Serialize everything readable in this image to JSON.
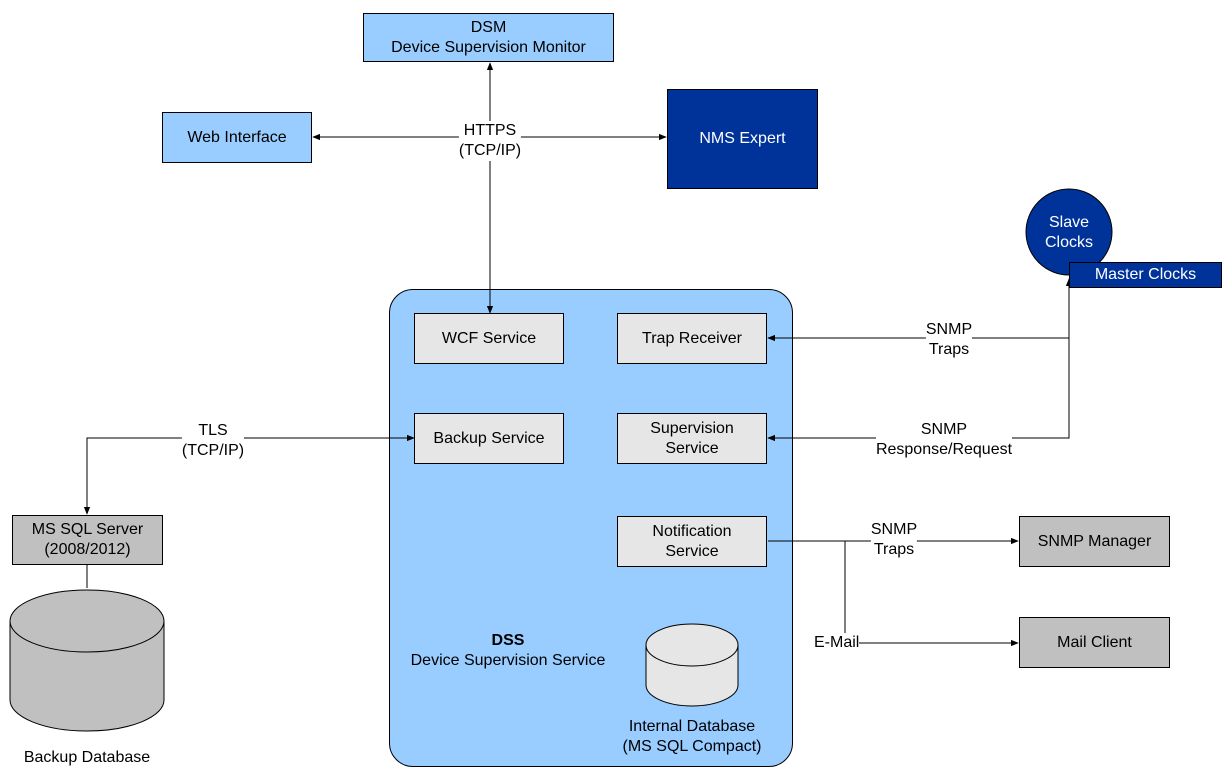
{
  "dsm": {
    "title": "DSM",
    "subtitle": "Device Supervision Monitor"
  },
  "web_interface": {
    "label": "Web Interface"
  },
  "nms_expert": {
    "label": "NMS Expert"
  },
  "https_link": {
    "line1": "HTTPS",
    "line2": "(TCP/IP)"
  },
  "slave_clocks": {
    "line1": "Slave",
    "line2": "Clocks"
  },
  "master_clocks": {
    "label": "Master Clocks"
  },
  "dss": {
    "title": "DSS",
    "subtitle": "Device Supervision Service",
    "wcf_service": "WCF Service",
    "trap_receiver": "Trap Receiver",
    "backup_service": "Backup Service",
    "supervision_service": {
      "line1": "Supervision",
      "line2": "Service"
    },
    "notification_service": {
      "line1": "Notification",
      "line2": "Service"
    },
    "internal_db": {
      "line1": "Internal Database",
      "line2": "(MS SQL Compact)"
    }
  },
  "snmp_traps_in": {
    "line1": "SNMP",
    "line2": "Traps"
  },
  "snmp_response": {
    "line1": "SNMP",
    "line2": "Response/Request"
  },
  "tls_link": {
    "line1": "TLS",
    "line2": "(TCP/IP)"
  },
  "sql_server": {
    "line1": "MS SQL Server",
    "line2": "(2008/2012)"
  },
  "backup_db": {
    "label": "Backup Database"
  },
  "snmp_traps_out": {
    "line1": "SNMP",
    "line2": "Traps"
  },
  "snmp_manager": {
    "label": "SNMP Manager"
  },
  "email_link": {
    "label": "E-Mail"
  },
  "mail_client": {
    "label": "Mail Client"
  },
  "colors": {
    "light_blue": "#99ccff",
    "navy": "#003399",
    "light_grey": "#e6e6e6",
    "dark_grey": "#c0c0c0"
  }
}
